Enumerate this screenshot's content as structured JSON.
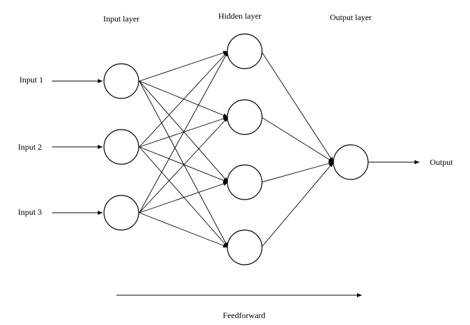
{
  "layers": {
    "input": "Input layer",
    "hidden": "Hidden layer",
    "output": "Output layer"
  },
  "inputs": [
    "Input 1",
    "Input 2",
    "Input 3"
  ],
  "output_label": "Output",
  "direction_label": "Feedforward",
  "colors": {
    "line": "#000000",
    "node_fill": "#ffffff",
    "background": "#ffffff"
  }
}
